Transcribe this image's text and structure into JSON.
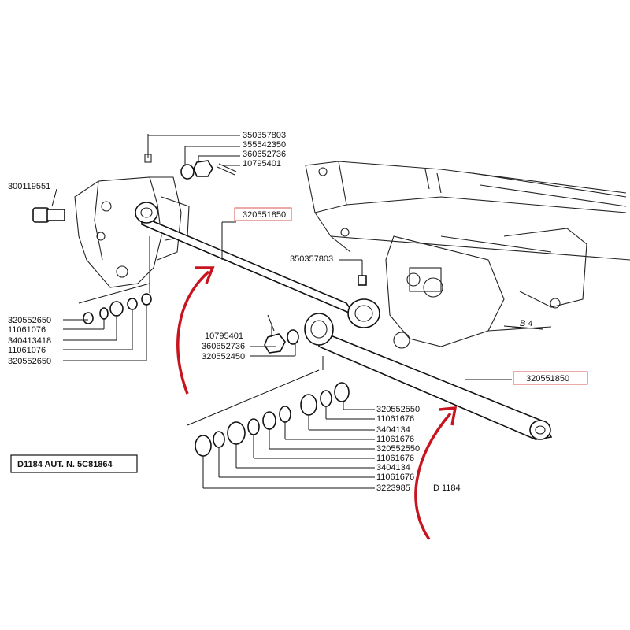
{
  "diagram": {
    "title_block": "D1184  AUT. N. 5C81864",
    "footer_ref": "D 1184",
    "frame_mark": "B 4",
    "highlighted_parts": [
      "320551850",
      "320551850"
    ],
    "labels_upper_right": [
      "350357803",
      "355542350",
      "360652736",
      "10795401"
    ],
    "label_bolt": "300119551",
    "label_nipple": "350357803",
    "labels_left_stack": [
      "320552650",
      "11061076",
      "340413418",
      "11061076",
      "320552650"
    ],
    "labels_center_stack": [
      "10795401",
      "360652736",
      "320552450"
    ],
    "labels_lower_stack": [
      "320552550",
      "11061676",
      "3404134",
      "11061676",
      "320552550",
      "11061676",
      "3404134",
      "11061676",
      "3223985"
    ]
  },
  "colors": {
    "highlight_box": "#d9534f",
    "arrow": "#c8141e",
    "ink": "#111111"
  }
}
